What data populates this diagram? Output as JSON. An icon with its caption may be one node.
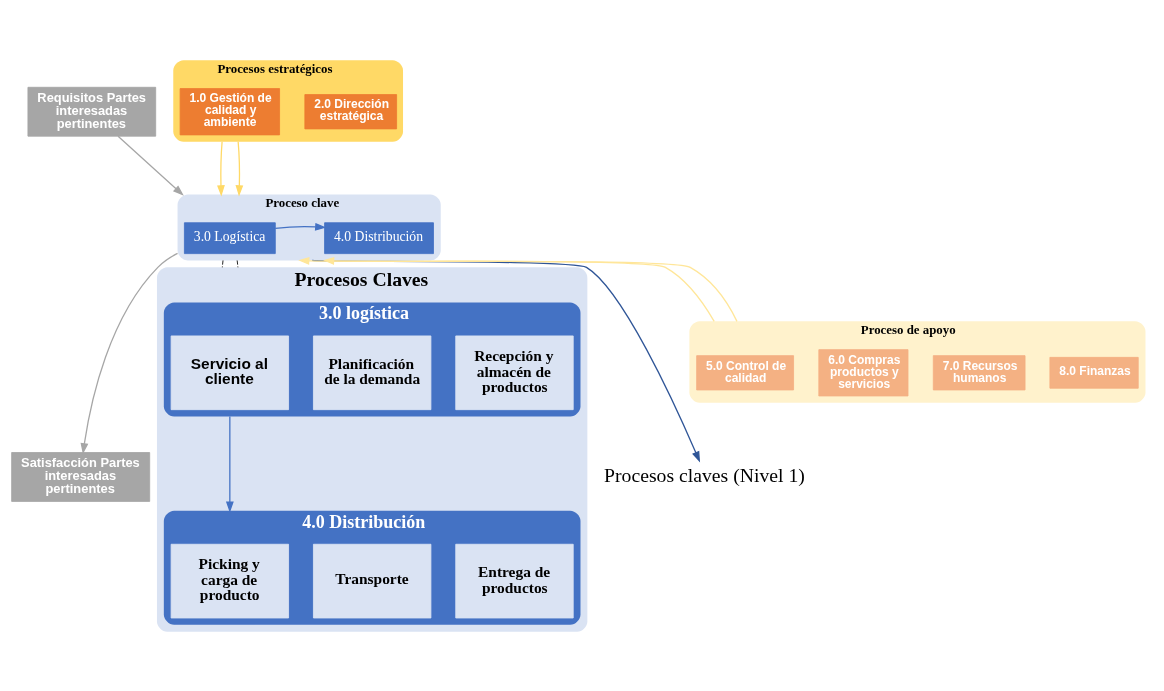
{
  "diagram": {
    "nodes": [
      {
        "text": [
          "Requisitos Partes interesadas pertinentes"
        ]
      },
      {
        "text": [
          "Procesos estratégicos"
        ]
      },
      {
        "text": [
          "1.0 Gestión de calidad y ambiente"
        ],
        "in": 1
      },
      {
        "text": [
          "2.0 Dirección estratégica"
        ],
        "in": 1
      },
      {
        "text": [
          "Proceso clave"
        ]
      },
      {
        "text": [
          "3.0 Logística"
        ],
        "in": 4
      },
      {
        "text": [
          "4.0 Distribución"
        ],
        "in": 4
      },
      {
        "text": [
          "Proceso de apoyo"
        ]
      },
      {
        "text": [
          "5.0 Control de calidad"
        ],
        "in": 7
      },
      {
        "text": [
          "6.0 Compras productos y servicios"
        ],
        "in": 7
      },
      {
        "text": [
          "7.0 Recursos humanos"
        ],
        "in": 7
      },
      {
        "text": [
          "8.0 Finanzas"
        ],
        "in": 7
      },
      {
        "text": [
          "Satisfacción Partes interesadas pertinentes"
        ]
      },
      {
        "text": [
          "Procesos claves (Nivel 1)"
        ]
      },
      {
        "text": [
          "Procesos Claves"
        ]
      },
      {
        "text": [
          "3.0 logística"
        ],
        "in": 14
      },
      {
        "text": [
          "Servicio al cliente"
        ],
        "in": 15
      },
      {
        "text": [
          "Planificación de la demanda"
        ],
        "in": 15
      },
      {
        "text": [
          "Recepción y almacén de productos"
        ],
        "in": 15
      },
      {
        "text": [
          "4.0 Distribución"
        ],
        "in": 14
      },
      {
        "text": [
          "Picking y carga de producto"
        ],
        "in": 19
      },
      {
        "text": [
          "Transporte"
        ],
        "in": 19
      },
      {
        "text": [
          "Entrega de productos"
        ],
        "in": 19
      }
    ],
    "edges": [
      {
        "from": 0,
        "to": 4,
        "arrow": "to",
        "color": "#a6a6a6"
      },
      {
        "from": 1,
        "to": 4,
        "arrow": "to",
        "color": "#ffd966"
      },
      {
        "from": 1,
        "to": 4,
        "arrow": "to",
        "color": "#ffd966"
      },
      {
        "from": 5,
        "to": 6,
        "arrow": "to",
        "color": "#4472c4"
      },
      {
        "from": 7,
        "to": 4,
        "arrow": "to",
        "color": "#ffe699"
      },
      {
        "from": 7,
        "to": 4,
        "arrow": "to",
        "color": "#ffe699"
      },
      {
        "from": 4,
        "to": 12,
        "arrow": "to",
        "color": "#a6a6a6"
      },
      {
        "from": 4,
        "to": 13,
        "arrow": "to",
        "color": "#2f5597"
      },
      {
        "from": 4,
        "to": 14,
        "arrow": "none",
        "style": "dashed",
        "color": "#000000"
      },
      {
        "from": 4,
        "to": 14,
        "arrow": "none",
        "style": "dashed",
        "color": "#000000"
      },
      {
        "from": 15,
        "to": 19,
        "arrow": "to",
        "color": "#4472c4"
      }
    ]
  }
}
